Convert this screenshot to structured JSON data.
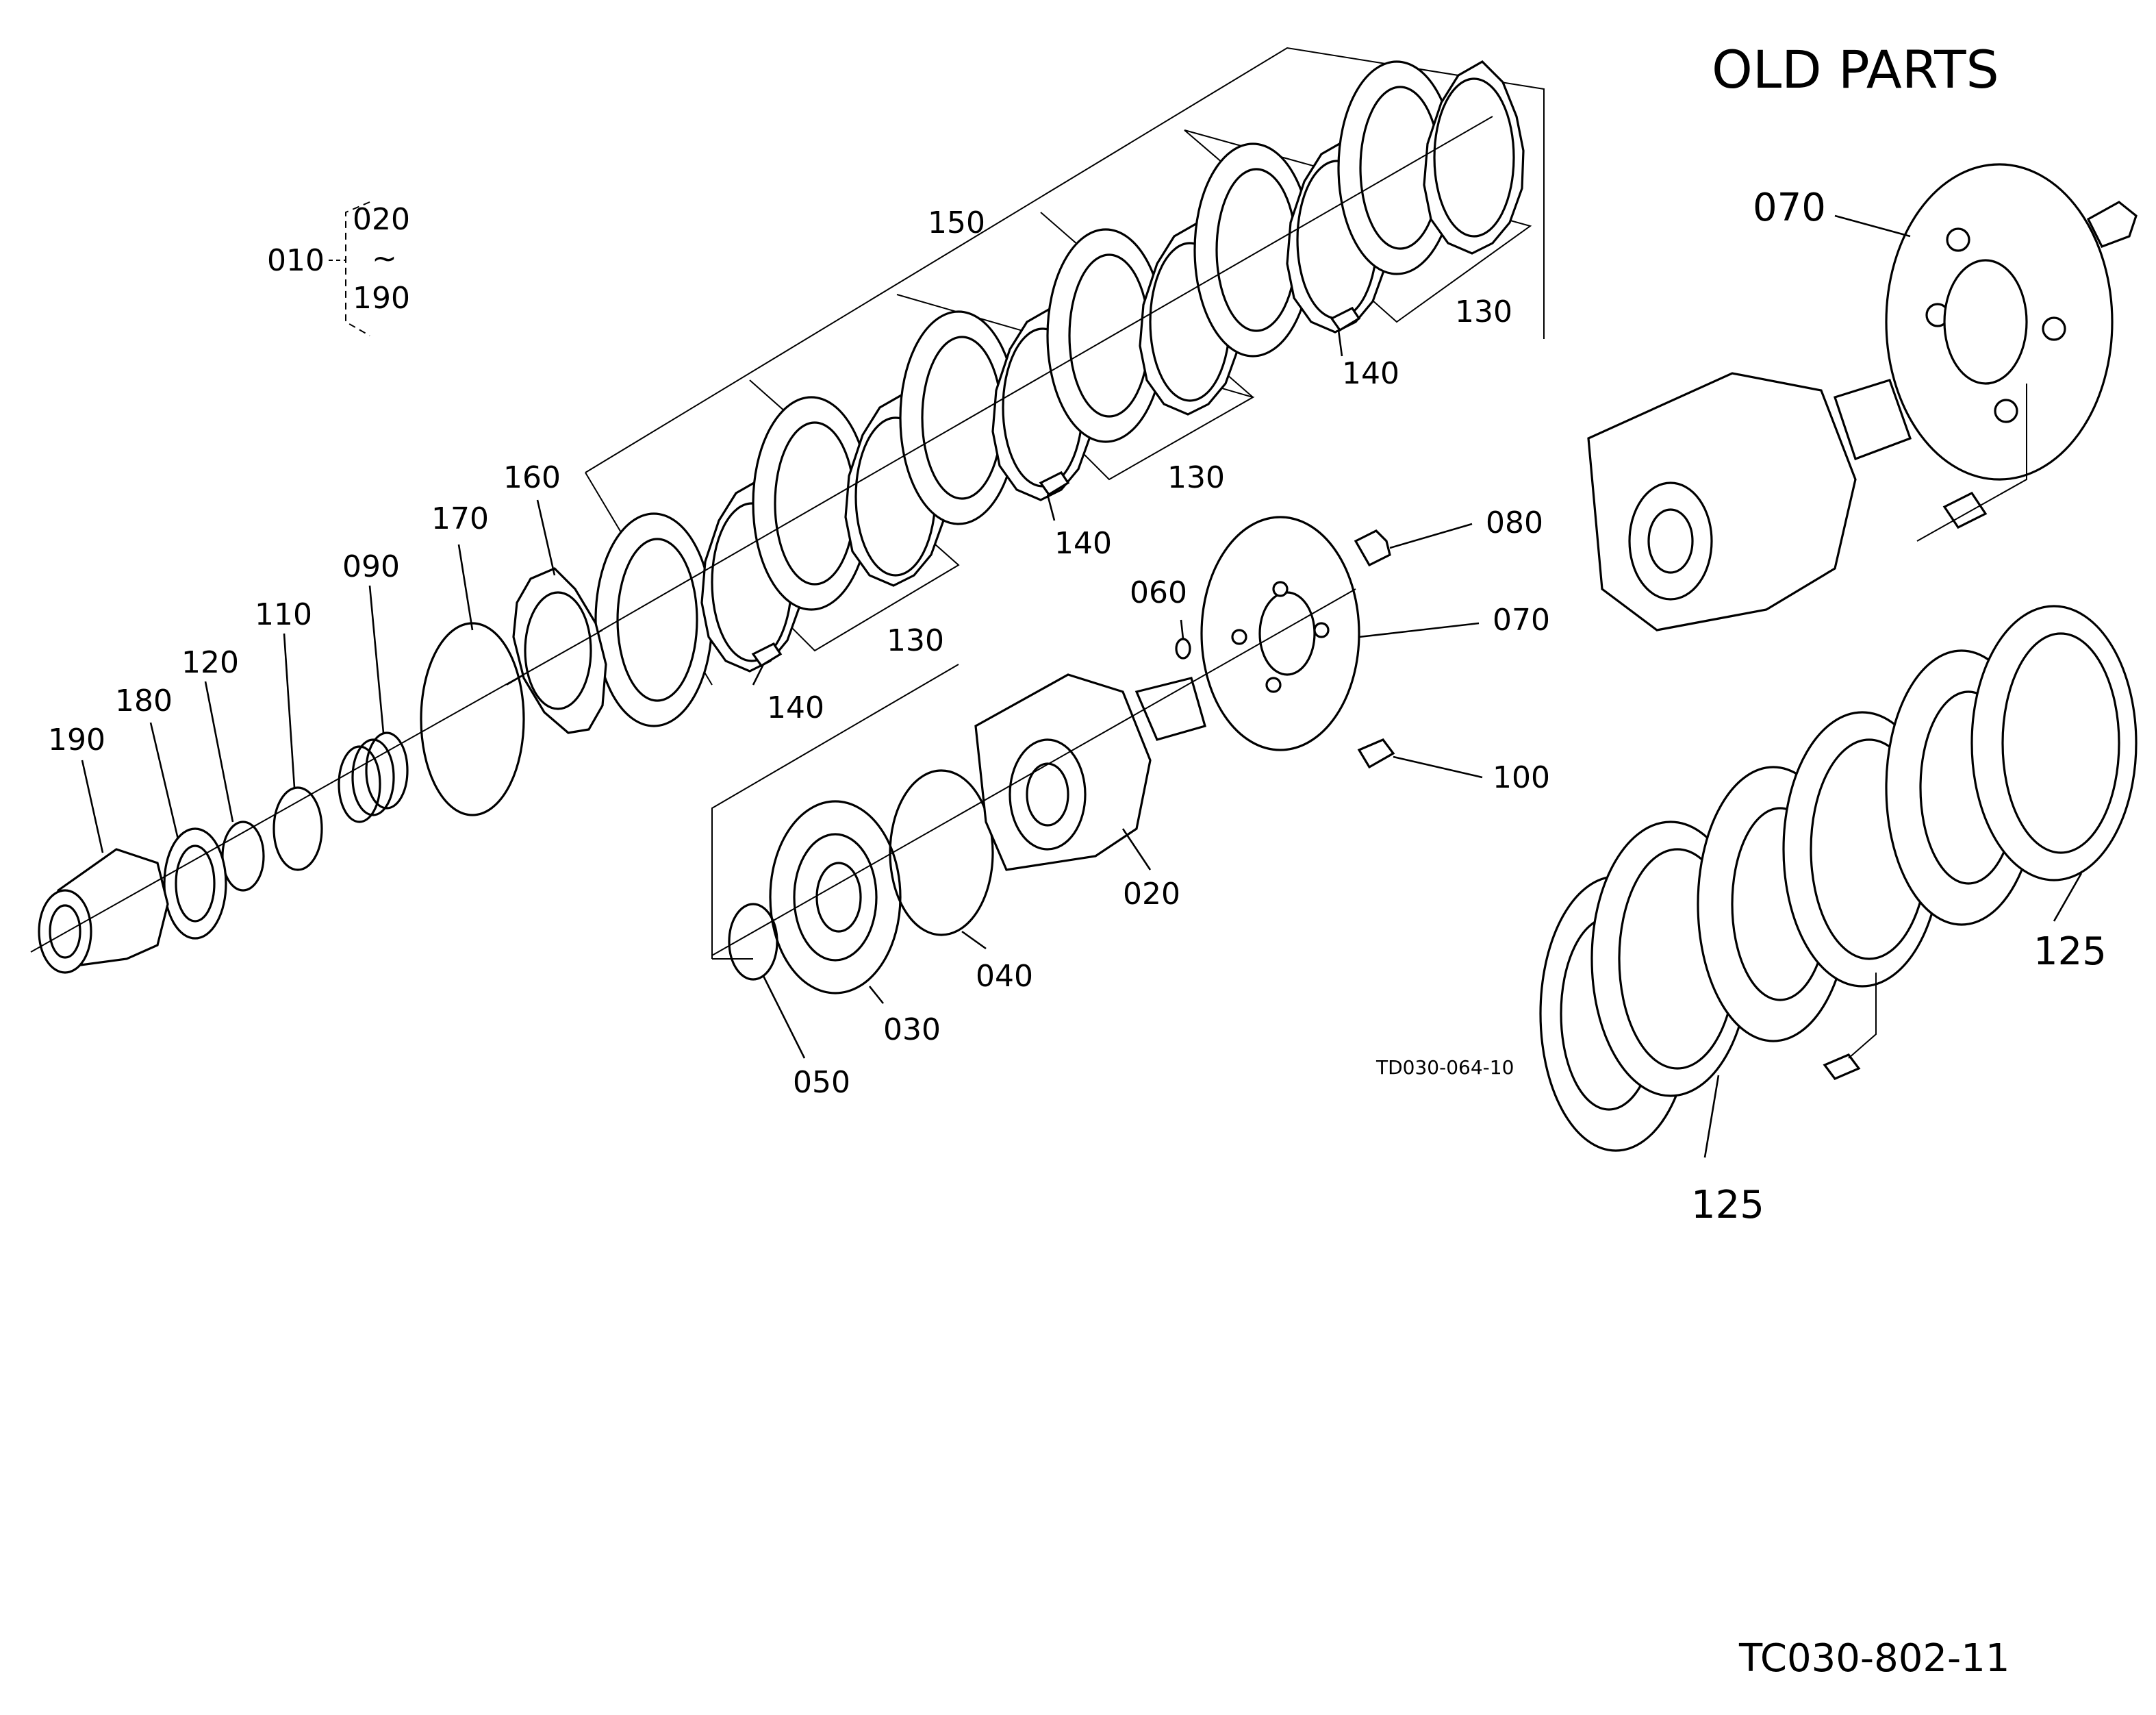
{
  "header": {
    "title": "OLD PARTS"
  },
  "footer": {
    "figure_code": "TC030-802-11",
    "sub_code": "TD030-064-10"
  },
  "assembly": {
    "ref": "010",
    "range_start": "020",
    "range_sep": "~",
    "range_end": "190"
  },
  "labels": {
    "p020": "020",
    "p030": "030",
    "p040": "040",
    "p050": "050",
    "p060": "060",
    "p070": "070",
    "p080": "080",
    "p090": "090",
    "p100": "100",
    "p110": "110",
    "p120": "120",
    "p130": "130",
    "p140": "140",
    "p150": "150",
    "p160": "160",
    "p170": "170",
    "p180": "180",
    "p190": "190",
    "old070": "070",
    "old125": "125"
  },
  "colors": {
    "line": "#000000",
    "background": "#ffffff"
  }
}
